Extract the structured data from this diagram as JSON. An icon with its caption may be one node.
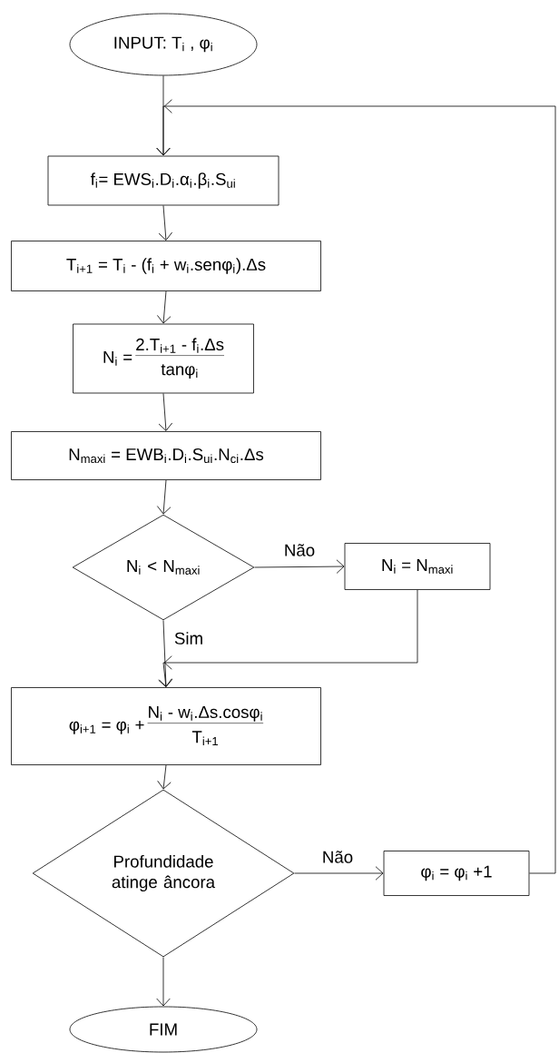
{
  "diagram": {
    "nodes": [
      {
        "text": [
          "INPUT: T$_{i}$ , φ$_{i}$"
        ]
      },
      {
        "text": [
          "f$_{i}$= EWS$_{i}$.D$_{i}$.α$_{i}$.β$_{i}$.S$_{ui}$"
        ]
      },
      {
        "text": [
          "T$_{i+1}$ = T$_{i}$ - (f$_{i}$ + w$_{i}$.senφ$_{i}$).Δs"
        ]
      },
      {
        "text": [
          "N$_{i}$ =",
          "2.T$_{i+1}$ - f$_{i}$.Δs",
          "tanφ$_{i}$"
        ]
      },
      {
        "text": [
          "N$_{maxi}$ = EWB$_{i}$.D$_{i}$.S$_{ui}$.N$_{ci}$.Δs"
        ]
      },
      {
        "text": [
          "N$_{i}$ < N$_{maxi}$"
        ]
      },
      {
        "text": [
          "N$_{i}$ = N$_{maxi}$"
        ]
      },
      {
        "text": [
          "φ$_{i+1}$ = φ$_{i}$ +",
          "N$_{i}$ - w$_{i}$.Δs.cosφ$_{i}$",
          "T$_{i+1}$"
        ]
      },
      {
        "text": [
          "Profundidade atinge âncora"
        ]
      },
      {
        "text": [
          "φ$_{i}$ = φ$_{i}$ +1"
        ]
      },
      {
        "text": [
          "FIM"
        ]
      }
    ],
    "edges": [
      {
        "from": 0,
        "to": 1,
        "arrow": "to"
      },
      {
        "from": 1,
        "to": 2,
        "arrow": "to"
      },
      {
        "from": 2,
        "to": 3,
        "arrow": "to"
      },
      {
        "from": 3,
        "to": 4,
        "arrow": "to"
      },
      {
        "from": 4,
        "to": 5,
        "arrow": "to"
      },
      {
        "from": 5,
        "to": 6,
        "arrow": "to",
        "label": "Não"
      },
      {
        "from": 5,
        "to": 7,
        "arrow": "to",
        "label": "Sim"
      },
      {
        "from": 6,
        "to": 7,
        "arrow": "to"
      },
      {
        "from": 7,
        "to": 8,
        "arrow": "to"
      },
      {
        "from": 8,
        "to": 9,
        "arrow": "to",
        "label": "Não"
      },
      {
        "from": 9,
        "to": 1,
        "arrow": "to"
      },
      {
        "from": 8,
        "to": 10,
        "arrow": "to"
      }
    ]
  }
}
